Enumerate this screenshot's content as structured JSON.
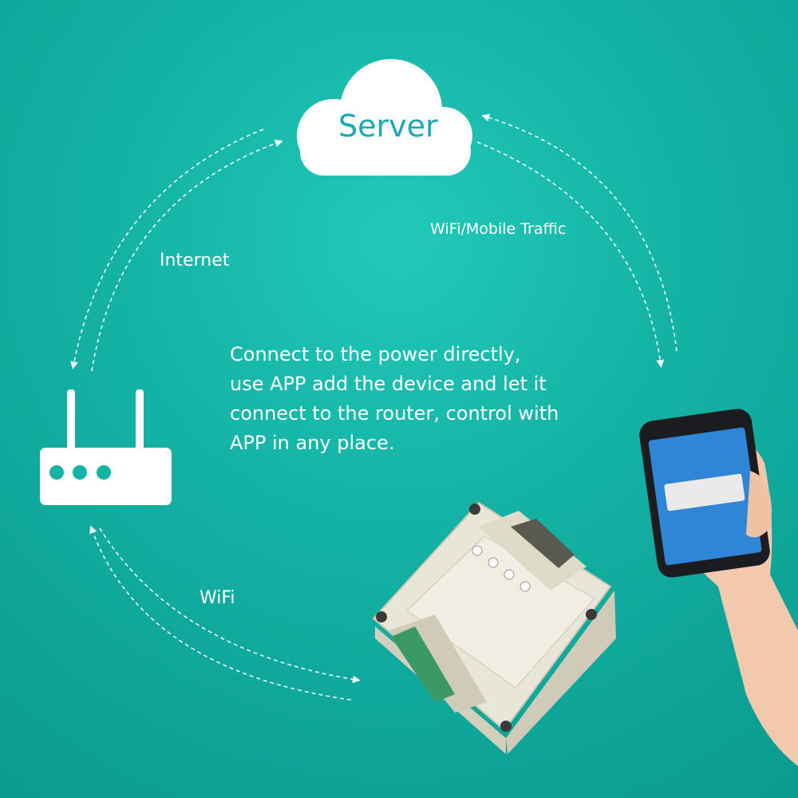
{
  "server": {
    "label": "Server"
  },
  "connections": {
    "internet": "Internet",
    "wifi_mobile": "WiFi/Mobile Traffic",
    "wifi": "WiFi"
  },
  "description": {
    "lines": [
      "Connect to the power directly,",
      "use APP add the device and let it",
      "connect to the router, control with",
      "APP in any place."
    ]
  },
  "icons": {
    "cloud": "cloud-icon",
    "router": "router-icon",
    "switch": "wifi-relay-switch",
    "phone": "smartphone-in-hand"
  },
  "colors": {
    "background": "#14b3a6",
    "server_text": "#1aa9b5",
    "foreground": "#ffffff"
  }
}
